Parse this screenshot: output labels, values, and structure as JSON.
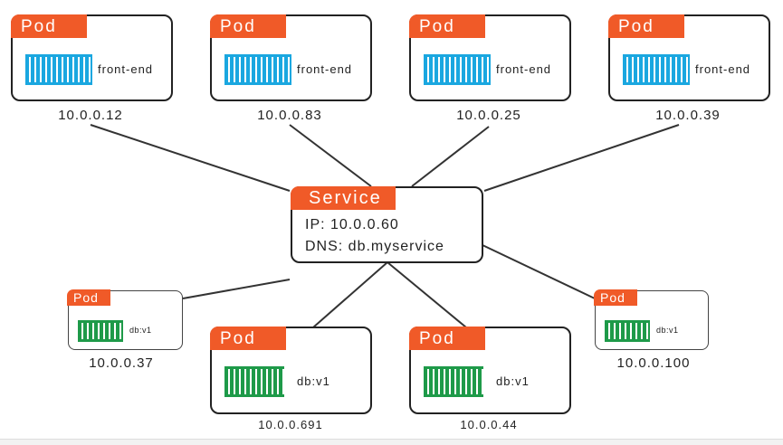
{
  "front_end_pods": [
    {
      "tag": "Pod",
      "label": "front-end",
      "ip": "10.0.0.12"
    },
    {
      "tag": "Pod",
      "label": "front-end",
      "ip": "10.0.0.83"
    },
    {
      "tag": "Pod",
      "label": "front-end",
      "ip": "10.0.0.25"
    },
    {
      "tag": "Pod",
      "label": "front-end",
      "ip": "10.0.0.39"
    }
  ],
  "service": {
    "tag": "Service",
    "ip_line": "IP: 10.0.0.60",
    "dns_line": "DNS: db.myservice"
  },
  "db_pods": [
    {
      "tag": "Pod",
      "label": "db:v1",
      "ip": "10.0.0.37"
    },
    {
      "tag": "Pod",
      "label": "db:v1",
      "ip": "10.0.0.691"
    },
    {
      "tag": "Pod",
      "label": "db:v1",
      "ip": "10.0.0.44"
    },
    {
      "tag": "Pod",
      "label": "db:v1",
      "ip": "10.0.0.100"
    }
  ],
  "colors": {
    "tag": "#f05a28",
    "front_end_container": "#1aa7e0",
    "db_container": "#1e9a49"
  }
}
